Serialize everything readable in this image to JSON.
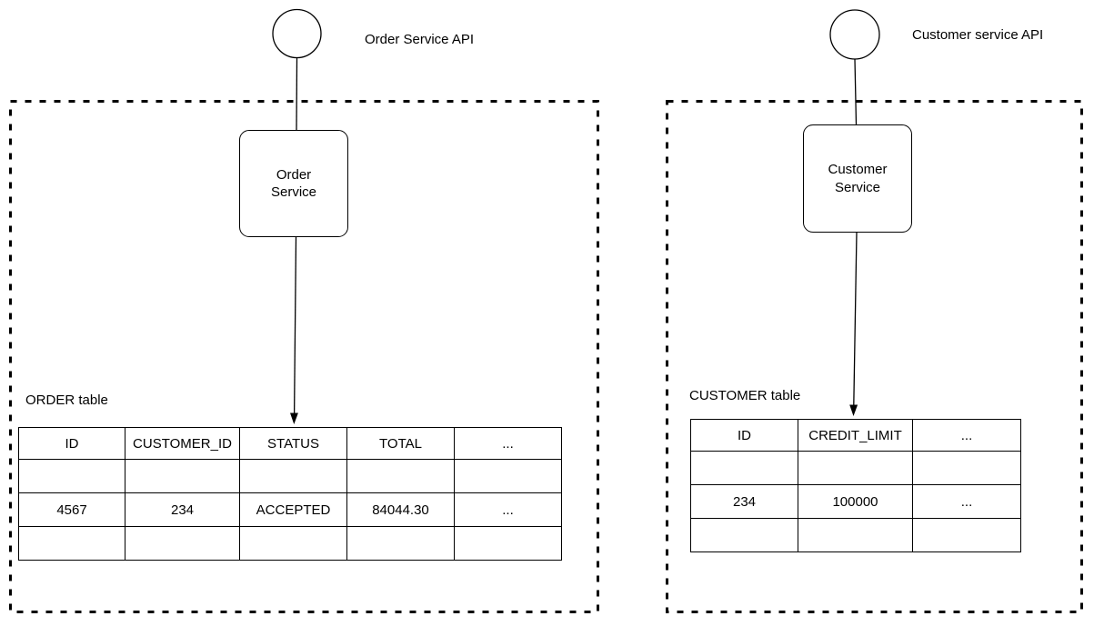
{
  "left_panel": {
    "api_label": "Order Service API",
    "service_name": "Order\nService",
    "table_label": "ORDER table",
    "table": {
      "headers": [
        "ID",
        "CUSTOMER_ID",
        "STATUS",
        "TOTAL",
        "..."
      ],
      "rows": [
        [
          "",
          "",
          "",
          "",
          ""
        ],
        [
          "4567",
          "234",
          "ACCEPTED",
          "84044.30",
          "..."
        ],
        [
          "",
          "",
          "",
          "",
          ""
        ]
      ]
    }
  },
  "right_panel": {
    "api_label": "Customer service API",
    "service_name": "Customer\nService",
    "table_label": "CUSTOMER table",
    "table": {
      "headers": [
        "ID",
        "CREDIT_LIMIT",
        "..."
      ],
      "rows": [
        [
          "",
          "",
          ""
        ],
        [
          "234",
          "100000",
          "..."
        ],
        [
          "",
          "",
          ""
        ]
      ]
    }
  },
  "colors": {
    "stroke": "#000000",
    "background": "#ffffff"
  }
}
